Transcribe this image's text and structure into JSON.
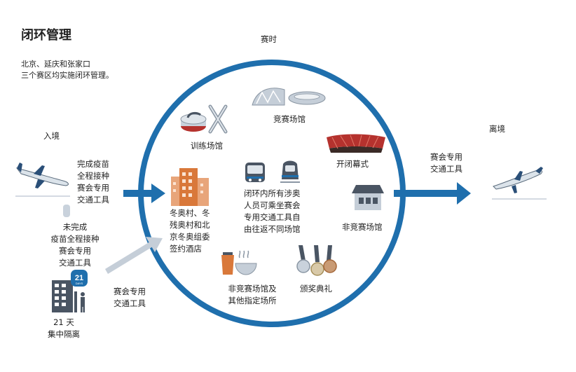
{
  "title": "闭环管理",
  "intro": "北京、延庆和张家口\n三个赛区均实施闭环管理。",
  "labels": {
    "during_games": "赛时",
    "entry": "入境",
    "exit": "离境",
    "vaccinated": "完成疫苗\n全程接种\n赛会专用\n交通工具",
    "unvaccinated": "未完成\n疫苗全程接种\n赛会专用\n交通工具",
    "quarantine": "21 天\n集中隔离",
    "games_transport_bottom": "赛会专用\n交通工具",
    "games_transport_exit": "赛会专用\n交通工具",
    "competition_venues": "竞赛场馆",
    "training_venues": "训练场馆",
    "opening_closing": "开闭幕式",
    "villages_hotels": "冬奥村、冬\n残奥村和北\n京冬奥组委\n签约酒店",
    "closed_loop_transport": "闭环内所有涉奥\n人员可乘坐赛会\n专用交通工具自\n由往返不同场馆",
    "non_competition_venues": "非竞赛场馆",
    "non_comp_designated": "非竞赛场馆及\n其他指定场所",
    "award_ceremony": "颁奖典礼",
    "days_badge": "21",
    "days_badge_sub": "DAYS"
  },
  "colors": {
    "ring": "#1f6fad",
    "arrow": "#1f6fad",
    "grey_arrow": "#c5ced8",
    "icon_grey": "#8a96a3",
    "icon_dark": "#4a5563",
    "red": "#b5322e",
    "orange": "#d9783a",
    "bronze": "#a5683a"
  },
  "icons": {
    "plane_in": "airplane-icon",
    "plane_out": "airplane-icon",
    "person": "person-icon",
    "quarantine_building": "building-icon",
    "curling": "curling-stone-icon",
    "skis": "skis-icon",
    "stadium": "stadium-icon",
    "birds_nest": "birds-nest-stadium-icon",
    "hotel": "hotel-building-icon",
    "bus": "bus-icon",
    "train": "train-icon",
    "pavilion": "pavilion-icon",
    "drink": "drink-icon",
    "food": "hot-food-icon",
    "medals": "medals-icon"
  }
}
